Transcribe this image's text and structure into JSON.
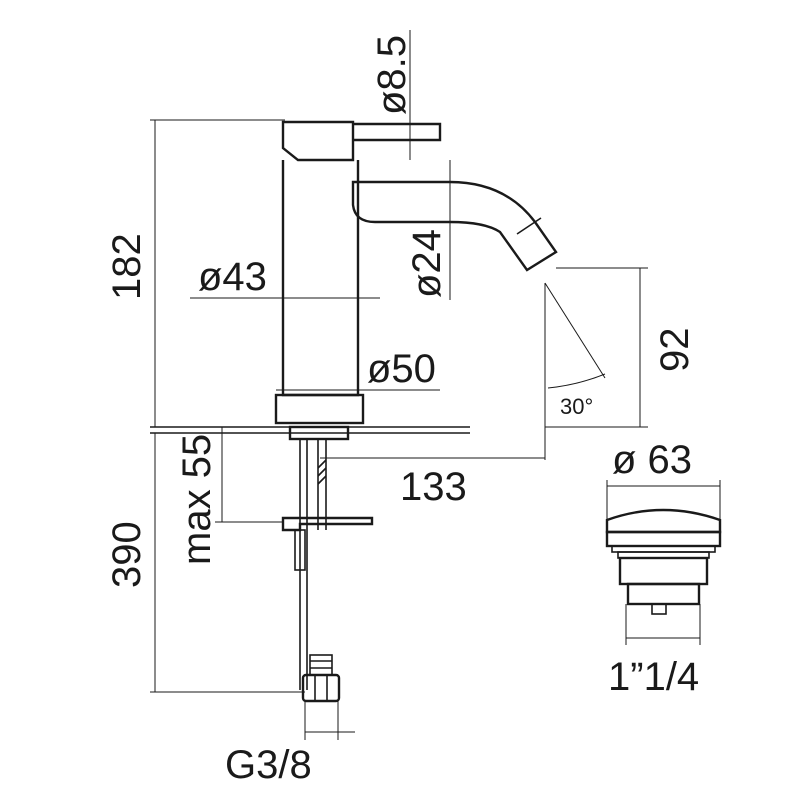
{
  "dimensions": {
    "top_pin_diameter": "ø8.5",
    "body_diameter": "ø43",
    "spout_diameter": "ø24",
    "base_diameter": "ø50",
    "total_height": "182",
    "spout_height": "92",
    "spout_angle": "30°",
    "spout_reach": "133",
    "max_thickness": "max 55",
    "hose_length": "390",
    "connection_thread": "G3/8",
    "drain_diameter": "ø 63",
    "drain_thread": "1”1/4"
  }
}
